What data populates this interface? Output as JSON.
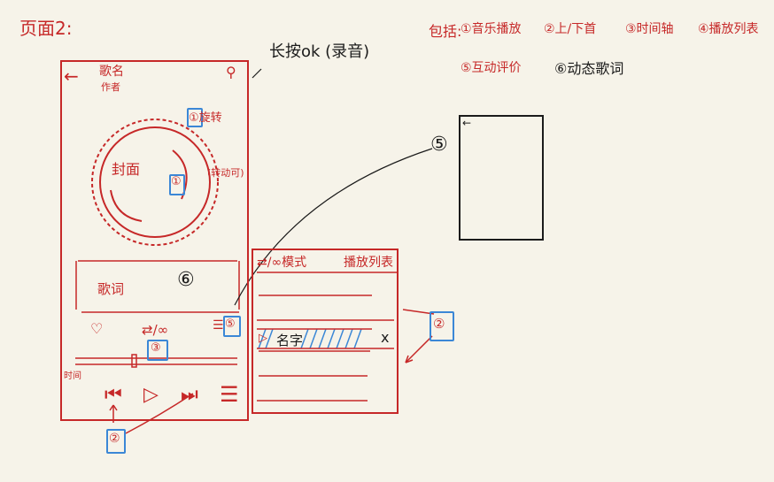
{
  "page": {
    "title": "页面2:",
    "play_ok_note": "长按ok (录音)",
    "legend_prefix": "包括:",
    "legend_items": [
      "①音乐播放",
      "②上/下首",
      "③时间轴",
      "④播放列表",
      "⑤互动评价",
      "⑥动态歌词"
    ]
  },
  "player": {
    "song_title": "歌名",
    "artist": "作者",
    "cover_label": "封面",
    "spinning_note": "①旋转",
    "scroll_note": "(转动可)",
    "lyrics_label": "歌词",
    "lyrics_marker": "⑥",
    "loop_mode_label": "⇄/∞",
    "time_label": "时间",
    "heart_icon": "heart-icon",
    "comment_icon": "comment-icon"
  },
  "playlist_popup": {
    "mode_label": "⇄/∞模式",
    "title": "播放列表",
    "item_name": "名字",
    "close_label": "x"
  },
  "markers": {
    "m1": "①",
    "m2_popup": "②",
    "m2_controls": "②",
    "m3": "③",
    "m5_player": "⑤",
    "m5_thumb": "⑤"
  },
  "colors": {
    "ink_red": "#c62828",
    "ink_black": "#1b1b1b",
    "marker_blue": "#3b87d6",
    "paper": "#f6f3e9"
  }
}
